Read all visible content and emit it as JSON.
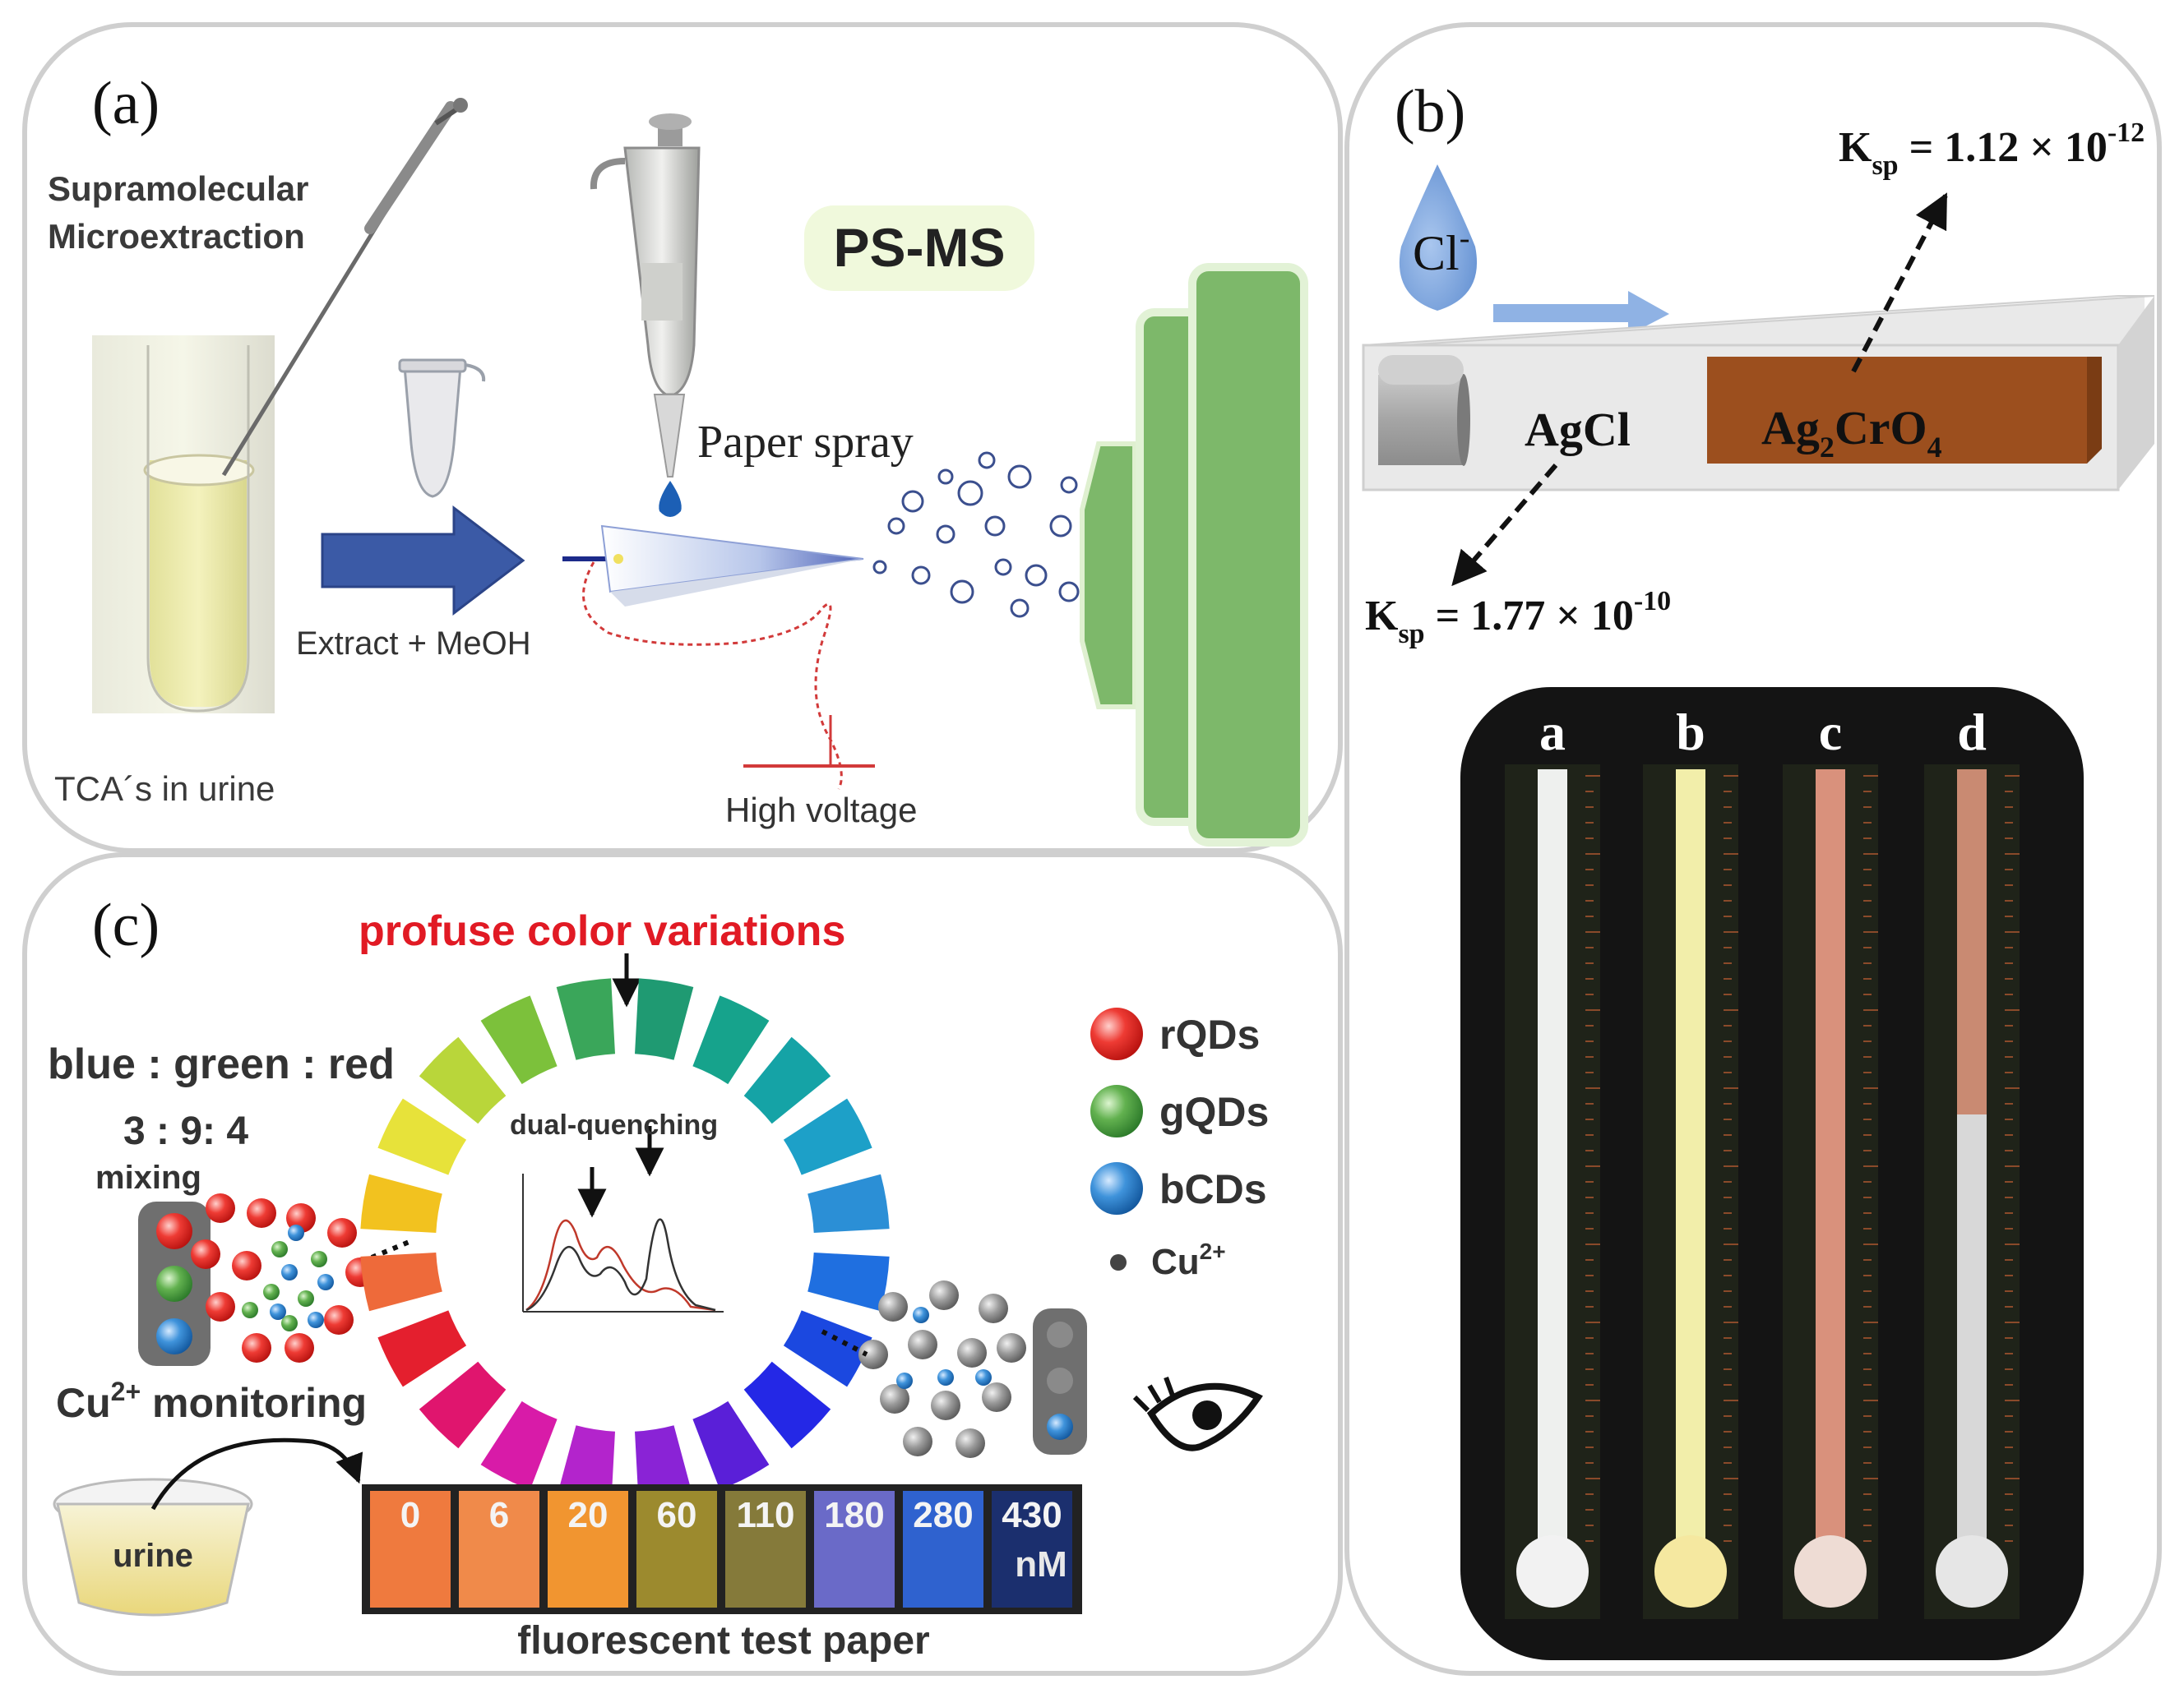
{
  "panel_a": {
    "label": "(a)",
    "title": "PS-MS",
    "supramolecular_line1": "Supramolecular",
    "supramolecular_line2": "Microextraction",
    "extract_label": "Extract + MeOH",
    "paper_spray_label": "Paper spray",
    "high_voltage_label": "High voltage",
    "urine_sample_label": "TCA´s in urine"
  },
  "panel_b": {
    "label": "(b)",
    "droplet_label": "Cl",
    "droplet_sup": "-",
    "agcl_label": "AgCl",
    "ag2cro4": {
      "a": "Ag",
      "s1": "2",
      "b": "CrO",
      "s2": "4"
    },
    "ksp_top": {
      "k": "K",
      "sub": "sp",
      "eq": " = 1.12 ×  10",
      "exp": "-12"
    },
    "ksp_bottom": {
      "k": "K",
      "sub": "sp",
      "eq": " = 1.77 × 10",
      "exp": "-10"
    },
    "strip_labels": [
      "a",
      "b",
      "c",
      "d"
    ],
    "strip_colors": [
      "#eef0ee",
      "#f2eeaa",
      "#d9917c",
      "#c98a72"
    ]
  },
  "panel_c": {
    "label": "(c)",
    "heading": "profuse color variations",
    "ratio_title": "blue : green : red",
    "ratio_values": "3 : 9: 4",
    "mixing_label": "mixing",
    "dual_quenching_label": "dual-quenching",
    "monitoring": {
      "pre": "Cu",
      "sup": "2+",
      "post": " monitoring"
    },
    "urine_label": "urine",
    "legend": [
      {
        "label": "rQDs",
        "color": "#e8352e"
      },
      {
        "label": "gQDs",
        "color": "#5aaa4a"
      },
      {
        "label": "bCDs",
        "color": "#3d8fd6"
      }
    ],
    "cu_legend": {
      "pre": "Cu",
      "sup": "2+"
    },
    "test_paper_values": [
      "0",
      "6",
      "20",
      "60",
      "110",
      "180",
      "280",
      "430"
    ],
    "test_paper_unit": "nM",
    "test_paper_colors": [
      "#ef7a3e",
      "#f08a4a",
      "#f19530",
      "#9c8a2e",
      "#857a3a",
      "#6a6ac8",
      "#2f62cf",
      "#1b2f6e"
    ],
    "test_paper_label": "fluorescent test paper",
    "wheel_colors": [
      "#1f9a72",
      "#16a38c",
      "#15a3a6",
      "#1da0c8",
      "#2b8fd6",
      "#1f6fe0",
      "#1b48e0",
      "#2428e6",
      "#5a1fd8",
      "#8a23d6",
      "#b324cc",
      "#d81ba8",
      "#e0156e",
      "#e41f2e",
      "#ee6a3a",
      "#f2c21f",
      "#e7e23a",
      "#b9d63a",
      "#7cc13b",
      "#3aa65a"
    ],
    "quench_arrow_color": "#111111"
  }
}
